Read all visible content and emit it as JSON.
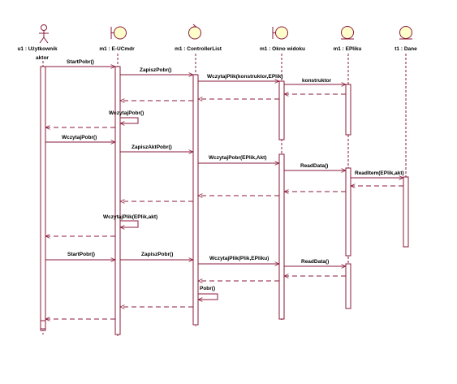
{
  "participants": [
    {
      "id": "u1",
      "label": "u1 : Użytkownik",
      "icon": "actor-icon"
    },
    {
      "id": "m1",
      "label": "m1 : E-UCmdr",
      "icon": "boundary-icon"
    },
    {
      "id": "m2",
      "label": "m1 : ControllerList",
      "icon": "control-icon"
    },
    {
      "id": "m3",
      "label": "m1 : Okno widoku",
      "icon": "boundary-icon"
    },
    {
      "id": "m4",
      "label": "m1 : EPliku",
      "icon": "entity-icon"
    },
    {
      "id": "m5",
      "label": "t1 : Dane",
      "icon": "entity-icon"
    }
  ],
  "actor_caption": "aktor",
  "messages": [
    {
      "id": "m01",
      "label": "StartPobr()"
    },
    {
      "id": "m02",
      "label": "ZapiszPobr()"
    },
    {
      "id": "m03",
      "label": "WczytajPlik(konstruktor,EPlik)"
    },
    {
      "id": "m04",
      "label": "konstruktor"
    },
    {
      "id": "m05",
      "label": "WczytajPobr()"
    },
    {
      "id": "m06",
      "label": "WczytajPobr()"
    },
    {
      "id": "m07",
      "label": "ZapiszAktPobr()"
    },
    {
      "id": "m08",
      "label": "WczytajPobr(EPlik,Akt)"
    },
    {
      "id": "m09",
      "label": "ReadData()"
    },
    {
      "id": "m10",
      "label": "ReadItem(EPlik,akt)"
    },
    {
      "id": "m11",
      "label": "WczytajPlik(EPlik,akt)"
    },
    {
      "id": "m12",
      "label": "StartPobr()"
    },
    {
      "id": "m13",
      "label": "ZapiszPobr()"
    },
    {
      "id": "m14",
      "label": "WczytajPlik(Plik,EPliku)"
    },
    {
      "id": "m15",
      "label": "ReadData()"
    },
    {
      "id": "m16",
      "label": "Pobr()"
    }
  ]
}
